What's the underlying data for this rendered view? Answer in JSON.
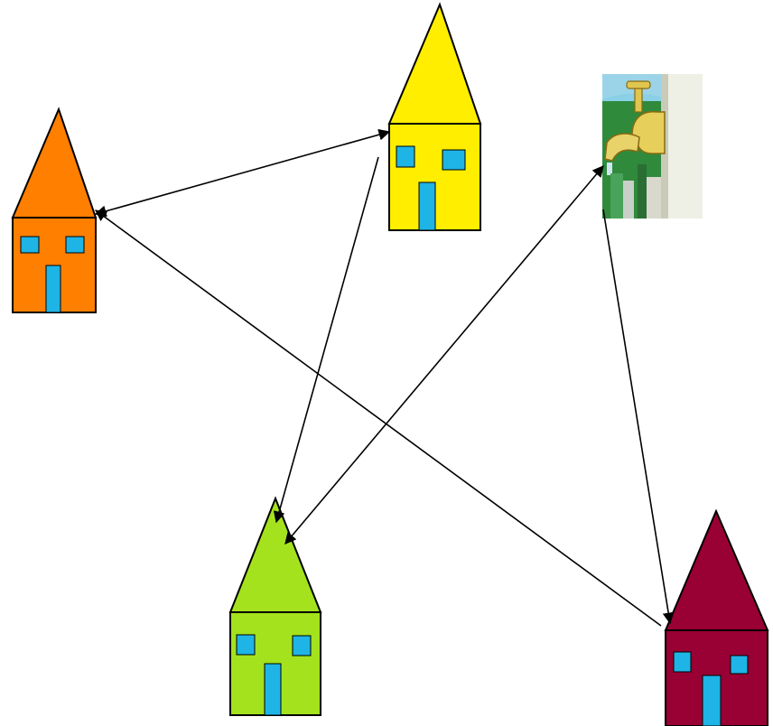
{
  "diagram": {
    "houses": [
      {
        "id": "orange",
        "wall_color": "#FF7F00",
        "roof_color": "#FF7F00"
      },
      {
        "id": "yellow",
        "wall_color": "#FFEE00",
        "roof_color": "#FFEE00"
      },
      {
        "id": "green",
        "wall_color": "#A4E21E",
        "roof_color": "#A4E21E"
      },
      {
        "id": "maroon",
        "wall_color": "#990033",
        "roof_color": "#990033"
      }
    ],
    "window_color": "#1EB4E6",
    "outline_color": "#000000",
    "water_tap": {
      "icon": "water-tap-icon"
    },
    "connections": [
      {
        "from": "orange",
        "to": "yellow",
        "arrow": "both"
      },
      {
        "from": "yellow",
        "to": "green",
        "arrow": "end"
      },
      {
        "from": "tap",
        "to": "green",
        "arrow": "both"
      },
      {
        "from": "tap",
        "to": "maroon",
        "arrow": "end"
      },
      {
        "from": "maroon",
        "to": "orange",
        "arrow": "end"
      }
    ]
  }
}
